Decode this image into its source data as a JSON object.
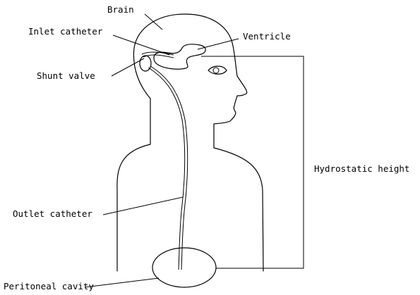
{
  "labels": {
    "brain": "Brain",
    "inlet_catheter": "Inlet catheter",
    "ventricle": "Ventricle",
    "shunt_valve": "Shunt valve",
    "hydrostatic_height": "Hydrostatic height",
    "outlet_catheter": "Outlet catheter",
    "peritoneal_cavity": "Peritoneal cavity"
  }
}
